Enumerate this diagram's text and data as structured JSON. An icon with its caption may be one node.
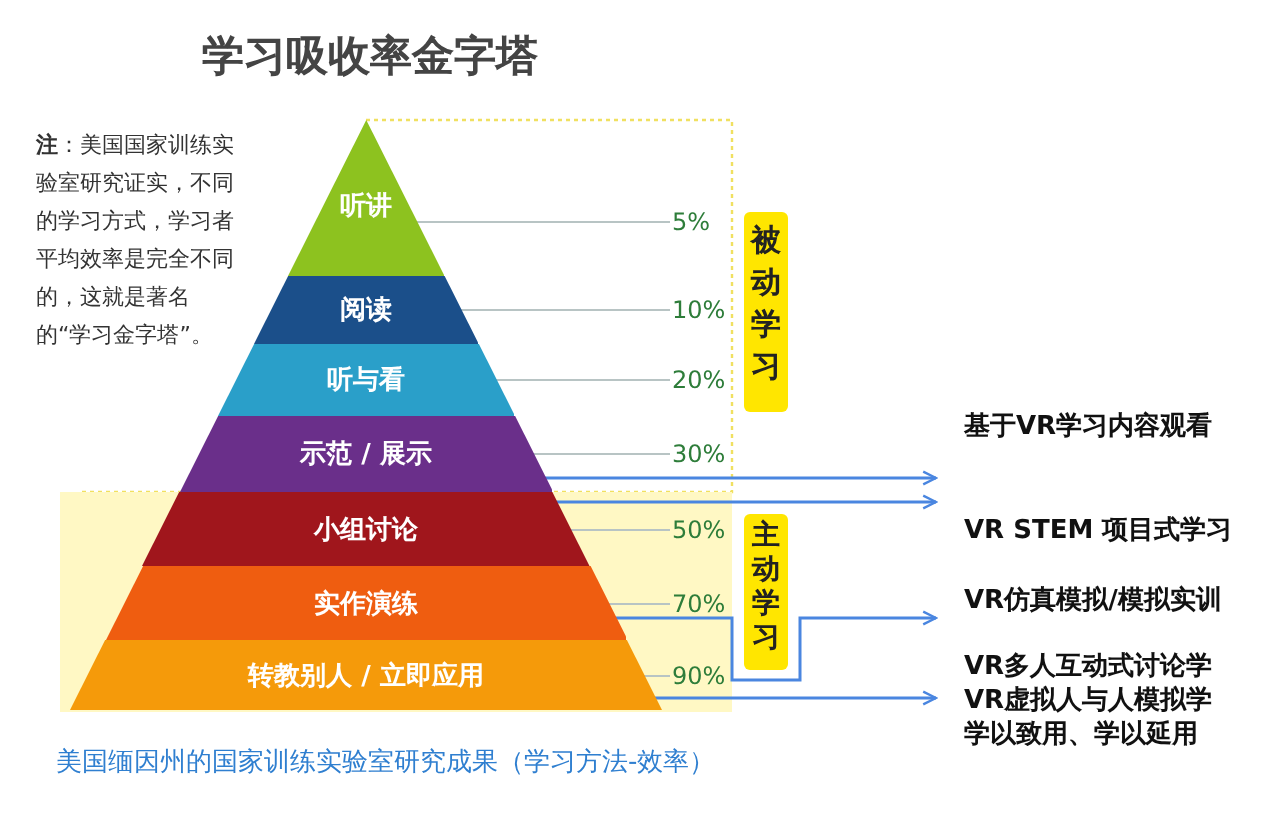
{
  "diagram": {
    "title": "学习吸收率金字塔",
    "caption": "美国缅因州的国家训练实验室研究成果（学习方法-效率）",
    "nodes": [
      {
        "text": [
          "听讲"
        ]
      },
      {
        "text": [
          "阅读"
        ]
      },
      {
        "text": [
          "听与看"
        ]
      },
      {
        "text": [
          "示范 / 展示"
        ]
      },
      {
        "text": [
          "小组讨论"
        ]
      },
      {
        "text": [
          "实作演练"
        ]
      },
      {
        "text": [
          "转教别人 / 立即应用"
        ]
      },
      {
        "text": [
          "被动学习"
        ]
      },
      {
        "text": [
          "主动学习"
        ]
      },
      {
        "text": [
          "基于VR学习内容观看"
        ]
      },
      {
        "text": [
          "VR STEM 项目式学习"
        ]
      },
      {
        "text": [
          "VR仿真模拟/模拟实训"
        ]
      },
      {
        "text": [
          "VR多人互动式讨论学",
          "VR虚拟人与人模拟学",
          "学以致用、学以延用"
        ]
      },
      {
        "text": [
          "5%"
        ]
      },
      {
        "text": [
          "10%"
        ]
      },
      {
        "text": [
          "20%"
        ]
      },
      {
        "text": [
          "30%"
        ]
      },
      {
        "text": [
          "50%"
        ]
      },
      {
        "text": [
          "70%"
        ]
      },
      {
        "text": [
          "90%"
        ]
      }
    ],
    "edges": [
      {
        "from": 0,
        "to": 13,
        "arrow": "none"
      },
      {
        "from": 1,
        "to": 14,
        "arrow": "none"
      },
      {
        "from": 2,
        "to": 15,
        "arrow": "none"
      },
      {
        "from": 3,
        "to": 16,
        "arrow": "none"
      },
      {
        "from": 4,
        "to": 17,
        "arrow": "none"
      },
      {
        "from": 5,
        "to": 18,
        "arrow": "none"
      },
      {
        "from": 6,
        "to": 19,
        "arrow": "none"
      },
      {
        "from": 3,
        "to": 9,
        "arrow": "to",
        "color": "#4a86e0"
      },
      {
        "from": 4,
        "to": 10,
        "arrow": "to",
        "color": "#4a86e0"
      },
      {
        "from": 5,
        "to": 11,
        "arrow": "to",
        "color": "#4a86e0"
      },
      {
        "from": 6,
        "to": 12,
        "arrow": "to",
        "color": "#4a86e0"
      }
    ],
    "labels": [
      "**注**：美国国家训练实验室研究证实，不同的学习方式，学习者平均效率是完全不同的，这就是著名的“学习金字塔”。"
    ]
  }
}
